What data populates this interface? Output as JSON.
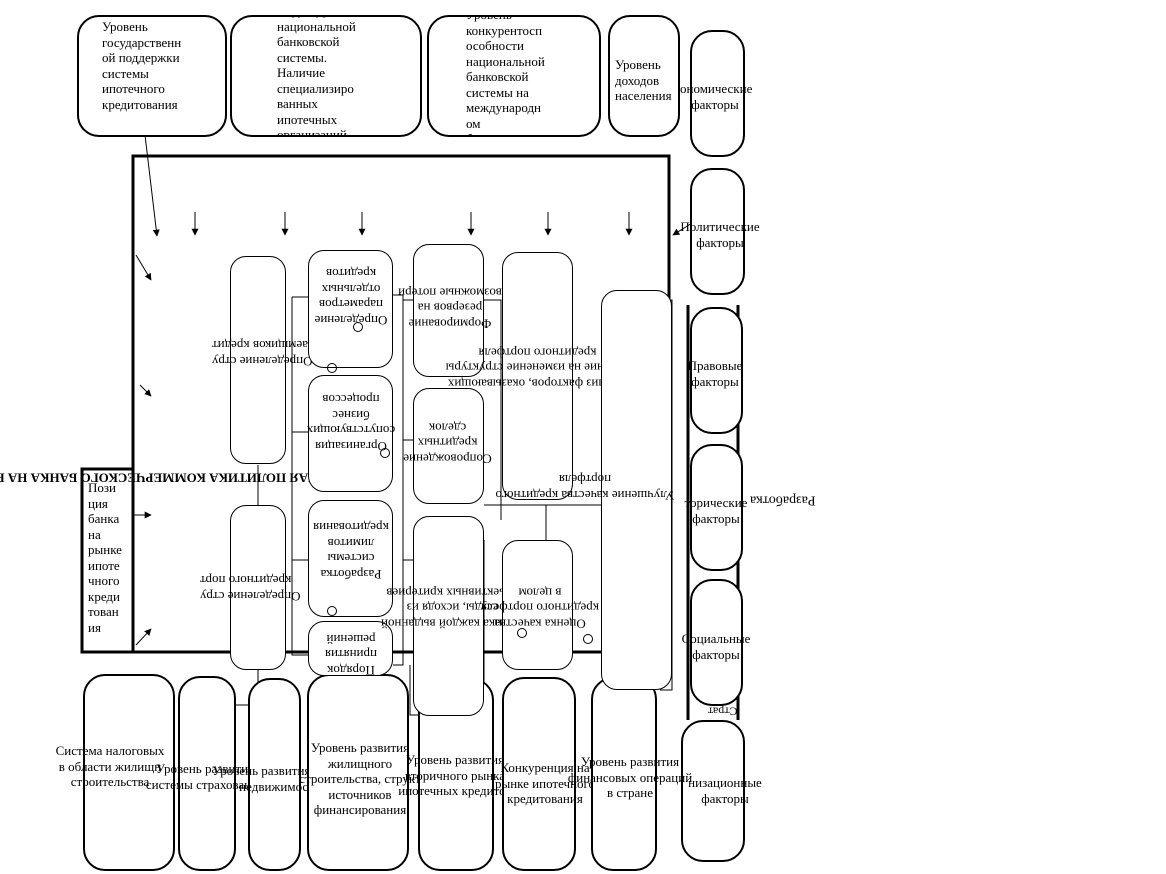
{
  "top_factors": [
    "Уровень\nгосударственн\nой поддержки\nсистемы\nипотечного\nкредитования",
    "Структура\nнациональной\nбанковской\nсистемы.\nНаличие\nспециализиро\nванных\nипотечных\nорганизаций",
    "Уровень\nконкурентосп\nособности\nнациональной\nбанковской\nсистемы на\nмеждународн\nом\nбанковском\nрынке",
    "Уровень\nдоходов\nнаселения"
  ],
  "right_factors": [
    "ономические\nфакторы",
    "Политические\nфакторы",
    "Правовые\nфакторы",
    "торические\nфакторы",
    "Социальные\nфакторы",
    "низационные\nфакторы"
  ],
  "right_vertical_text": "Разработка",
  "strat_text": "Страт",
  "bottom_factors": [
    "Система налоговых\nв области жилищн\nстроительства",
    "Уровень развития\nсистемы страхования",
    "Уровень развития рынка\nнедвижимости",
    "Уровень развития\nжилищного\nстроительства, структ\nисточников\nфинансирования",
    "Уровень развития\nвторичного рынка\nипотечных кредитов",
    "Конкуренция на\nрынке ипотечного\nкредитования",
    "Уровень развития\nфинансовых операций\nв стране"
  ],
  "left_position": "Пози\nция\nбанка\nна\nрынке\nипоте\nчного\nкреди\nтован\nия",
  "main_title": "КРЕДИТНАЯ ПОЛИТИКА КОММЕРЧЕСКОГО БАНКА НА\nРЫНКЕ ИПОТЕЧНОГО ЖИЛИЩНОГО КРЕДИТОВАНИЯ",
  "inner_blocks": [
    "Определение стру\nкредитного порт",
    "Определение стру\nзаемщиков кредит",
    "Определение\nпараметров\nотдельных\nкредитов",
    "Организация\nсопутствующих\nбизнес\nпроцессов",
    "Разработка\nсистемы\nлимитов\nкредитования",
    "Порядок\nпринятия\nрешений",
    "Формирование\nрезервов на\nвозможные потери",
    "Сопровождение\nкредитных\nсделок",
    "Оценка каждой выданной\nссуды, исходя из\nобъективных критериев",
    "Анализ факторов, оказывающих\nвлияние на изменение структуры\nкредитного портфеля",
    "Оценка качества\nкредитного портфеля\nв целом",
    "Улучшение качества кредитного\nпортфеля"
  ]
}
